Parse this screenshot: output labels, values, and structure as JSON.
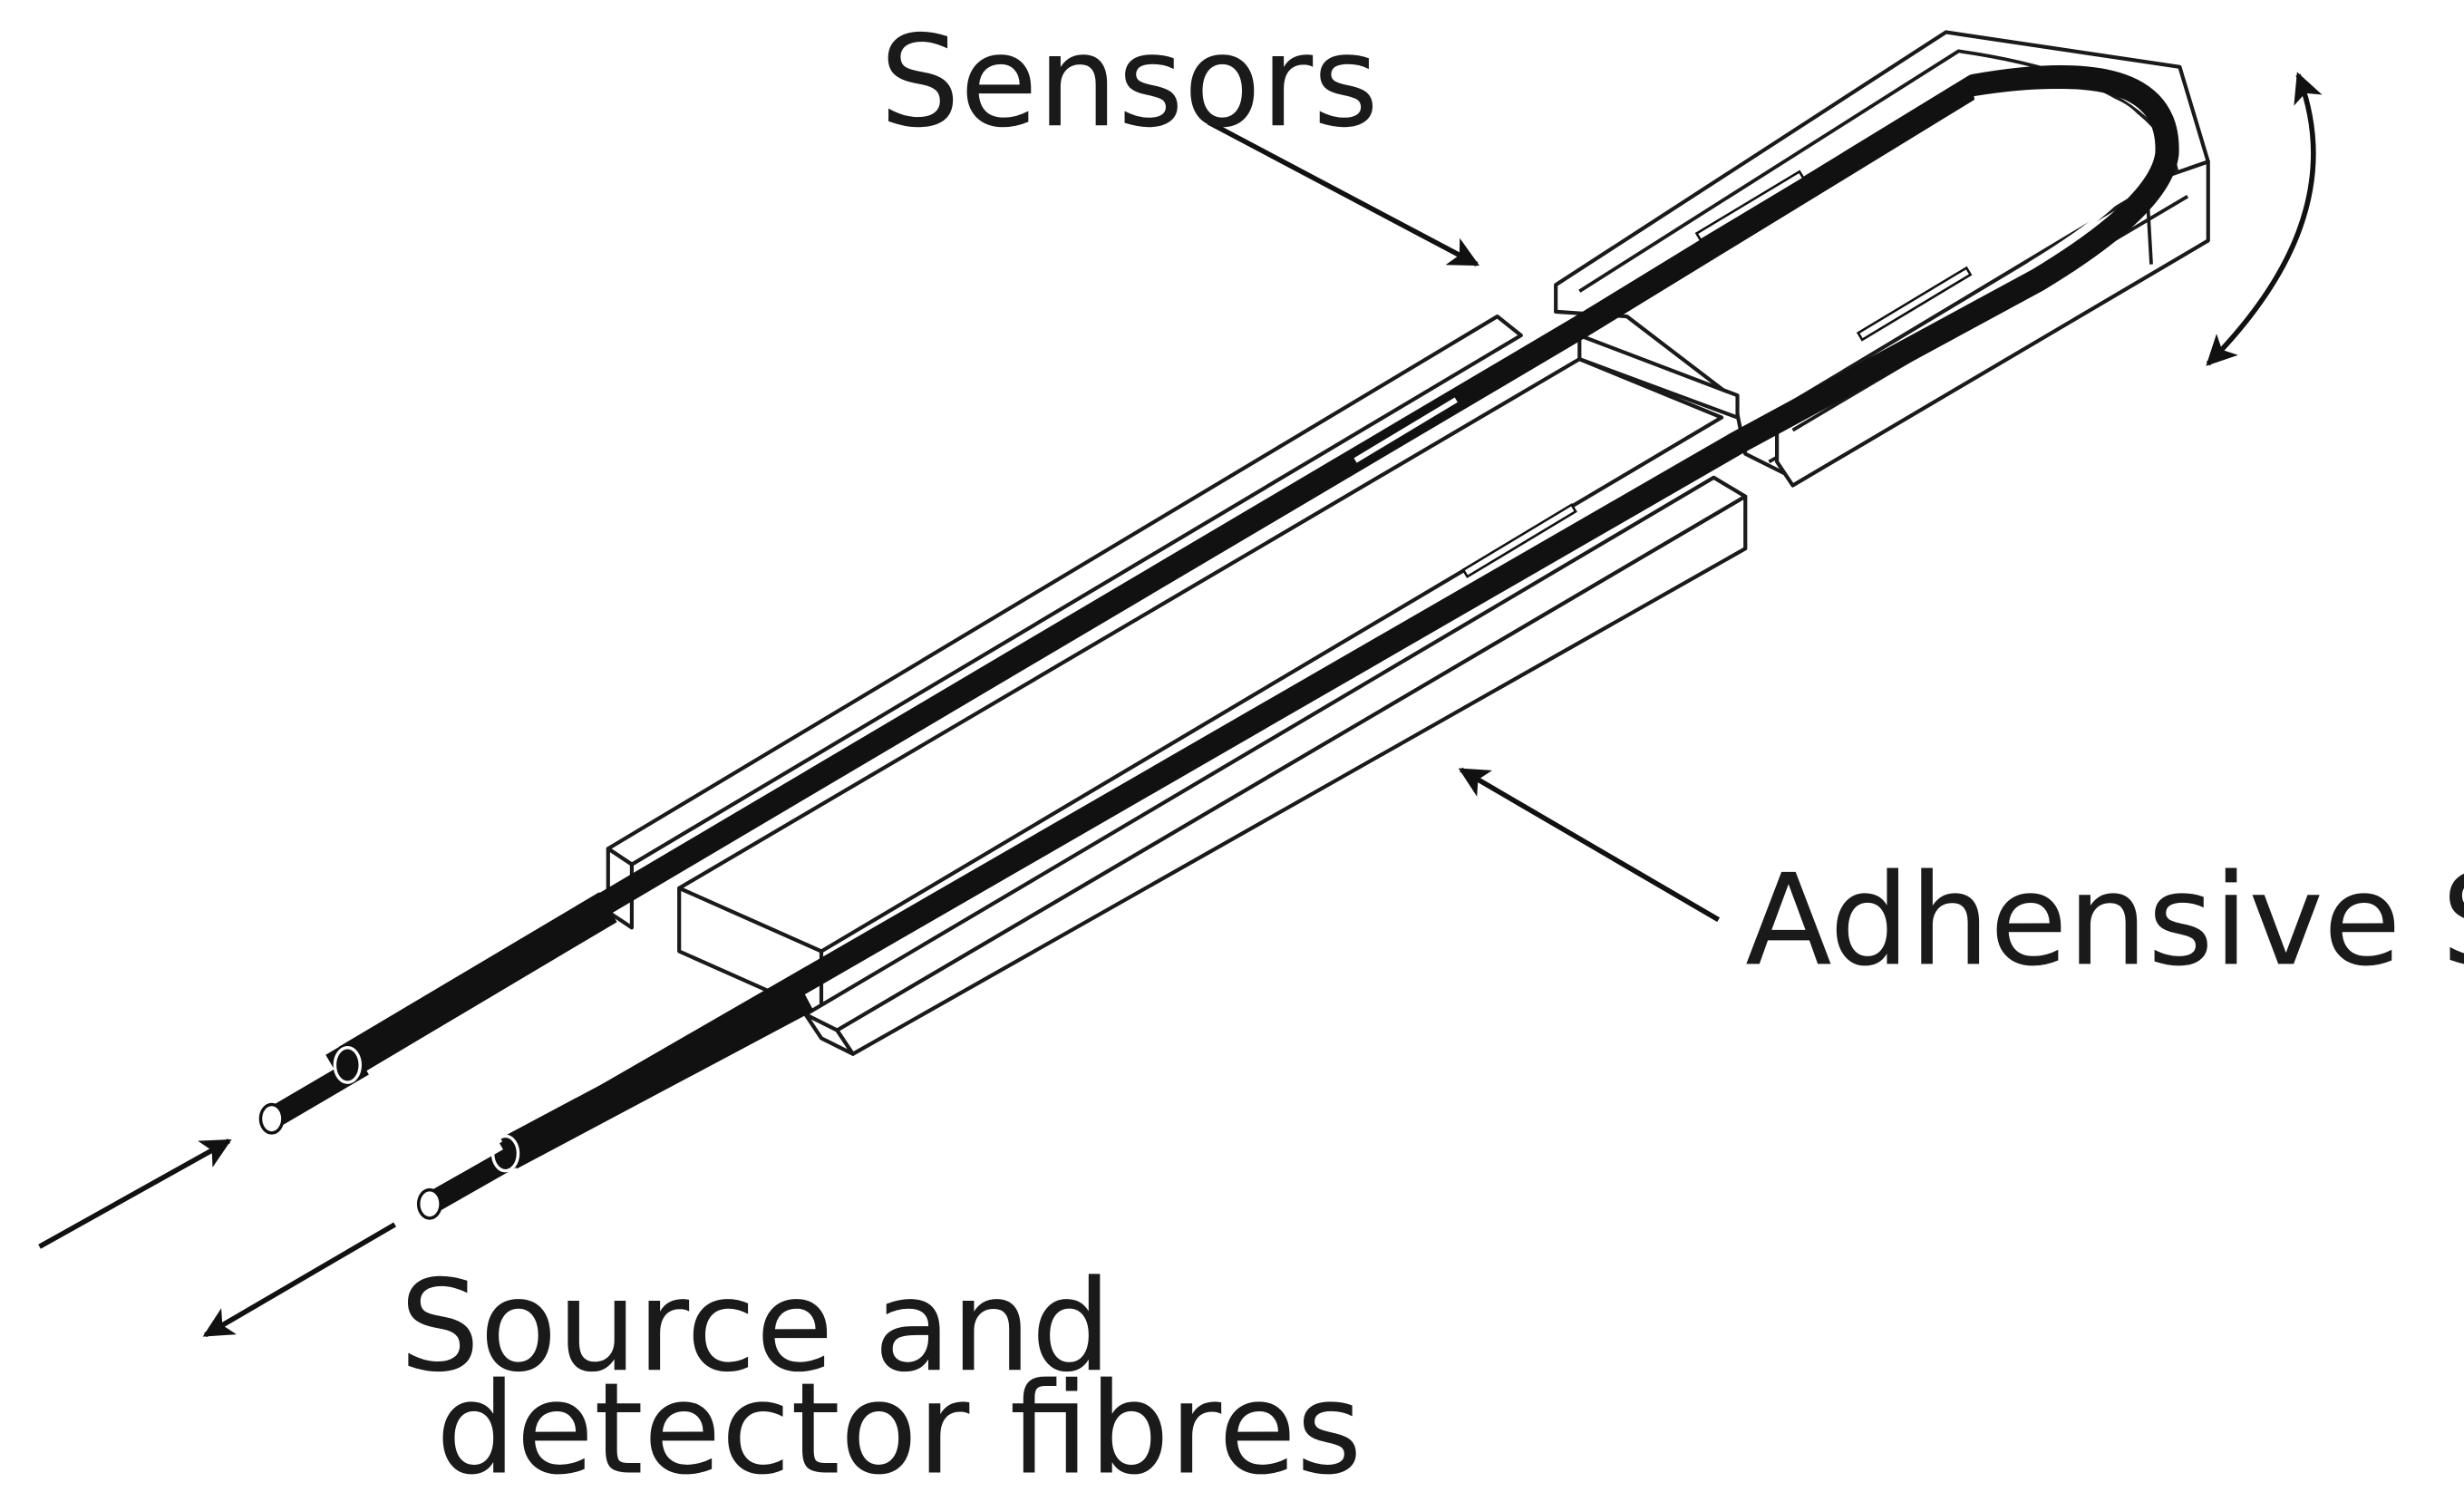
{
  "labels": {
    "sensors": "Sensors",
    "adhesive_surface": "Adhensive Surface",
    "fibres_line1": "Source and",
    "fibres_line2": "detector fibres"
  },
  "colors": {
    "ink": "#111111",
    "background": "#ffffff"
  }
}
